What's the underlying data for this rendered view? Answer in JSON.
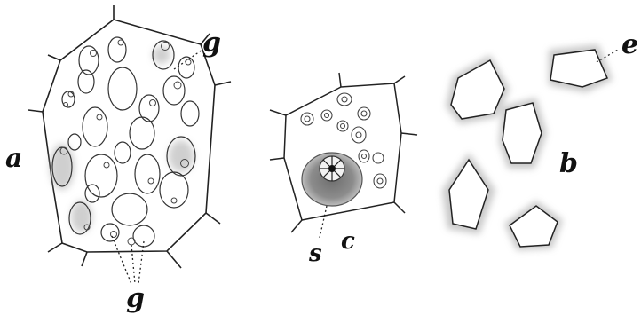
{
  "figure": {
    "label_a": "a",
    "label_b": "b",
    "label_c": "c",
    "label_e": "e",
    "label_g_top": "g",
    "label_g_bottom": "g",
    "label_s": "s"
  },
  "colors": {
    "ink": "#222222",
    "shade": "#9a9a9a",
    "paper": "#ffffff"
  }
}
